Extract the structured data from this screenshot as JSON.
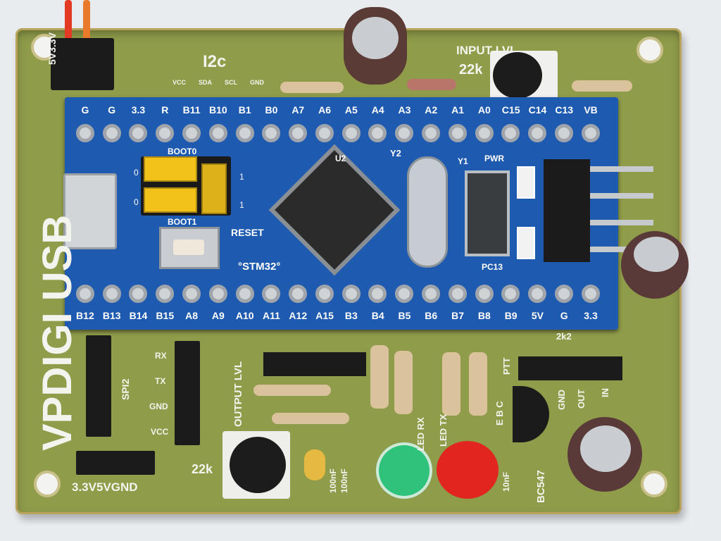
{
  "board": {
    "brand": "VPDIGI USB",
    "i2c": "I2c",
    "i2c_pins": [
      "VCC",
      "SDA",
      "SCL",
      "GND"
    ],
    "input_lvl": "INPUT LVL",
    "input_pot": "22k",
    "output_lvl": "OUTPUT LVL",
    "output_pot": "22k",
    "spi": "SPI2",
    "uart_labels": [
      "RX",
      "TX",
      "GND",
      "VCC"
    ],
    "power_row": "3.3V5VGND",
    "ptt_labels": [
      "PTT",
      "GND",
      "OUT",
      "IN"
    ],
    "transistor": "BC547",
    "transistor_pins": "E B C",
    "resistor_label": "2k2",
    "cap_label_1": "100nF",
    "cap_label_2": "100nF",
    "cap_label_3": "10nF",
    "led_rx": "LED RX",
    "led_tx": "LED TX",
    "power_conn": "5V3.3V"
  },
  "bluepill": {
    "top_labels": [
      "G",
      "G",
      "3.3",
      "R",
      "B11",
      "B10",
      "B1",
      "B0",
      "A7",
      "A6",
      "A5",
      "A4",
      "A3",
      "A2",
      "A1",
      "A0",
      "C15",
      "C14",
      "C13",
      "VB"
    ],
    "bottom_labels": [
      "B12",
      "B13",
      "B14",
      "B15",
      "A8",
      "A9",
      "A10",
      "A11",
      "A12",
      "A15",
      "B3",
      "B4",
      "B5",
      "B6",
      "B7",
      "B8",
      "B9",
      "5V",
      "G",
      "3.3"
    ],
    "boot0": "BOOT0",
    "boot1": "BOOT1",
    "reset": "RESET",
    "mcu": "°STM32°",
    "u2": "U2",
    "y2": "Y2",
    "y1": "Y1",
    "pwr": "PWR",
    "pc13": "PC13",
    "jumper_marks": [
      "0",
      "1",
      "0",
      "1"
    ]
  },
  "colors": {
    "pcb": "#8f9c4a",
    "bluepill": "#1e5bb0",
    "led_green": "#2fc27a",
    "led_red": "#e0261e",
    "jumper": "#f2c21a"
  }
}
